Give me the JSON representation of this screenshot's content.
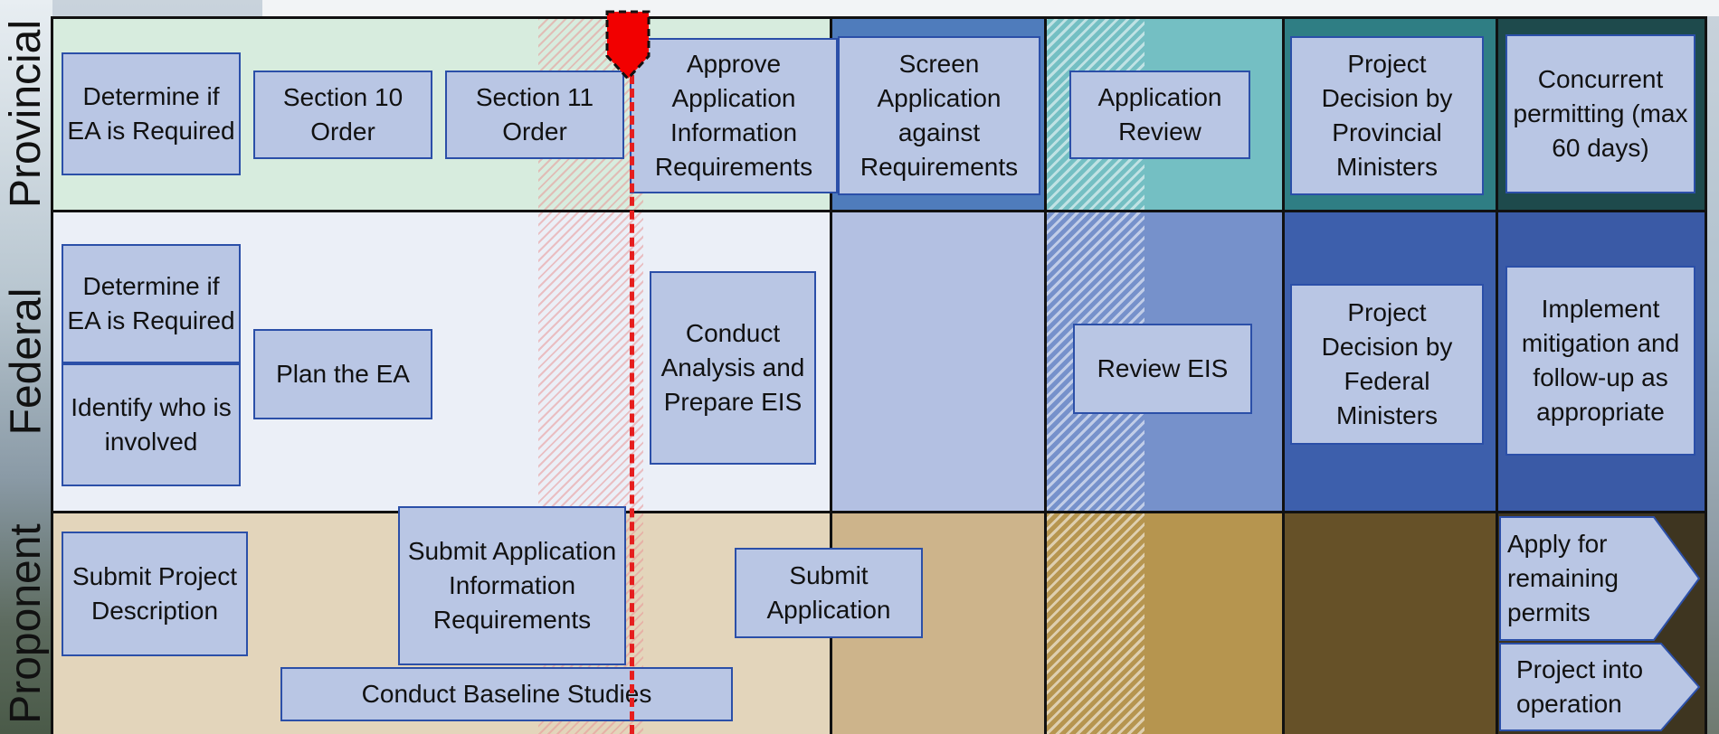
{
  "lanes": {
    "provincial": "Provincial",
    "federal": "Federal",
    "proponent": "Proponent"
  },
  "colors": {
    "provincial_bg": "#d7ecde",
    "federal_bg": "#ebeff7",
    "proponent_bg": "#e3d5bb",
    "box_fill": "#b9c6e4",
    "box_border": "#2b4fa8",
    "marker": "#e61e1e"
  },
  "provincial_boxes": {
    "determine": "Determine if EA is Required",
    "section10": "Section 10 Order",
    "section11": "Section 11 Order",
    "approve": "Approve Application Information Requirements",
    "screen": "Screen Application against Requirements",
    "review": "Application Review",
    "decision": "Project Decision by Provincial Ministers",
    "concurrent": "Concurrent permitting (max 60 days)"
  },
  "federal_boxes": {
    "determine": "Determine if EA is Required",
    "identify": "Identify who is involved",
    "plan": "Plan the EA",
    "conduct": "Conduct Analysis and Prepare EIS",
    "review": "Review EIS",
    "decision": "Project Decision by Federal Ministers",
    "implement": "Implement mitigation and follow-up as appropriate"
  },
  "proponent_boxes": {
    "submit_desc": "Submit Project Description",
    "submit_air": "Submit Application Information Requirements",
    "submit_app": "Submit Application",
    "baseline": "Conduct Baseline Studies",
    "apply": "Apply for remaining permits",
    "operation": "Project into operation"
  }
}
